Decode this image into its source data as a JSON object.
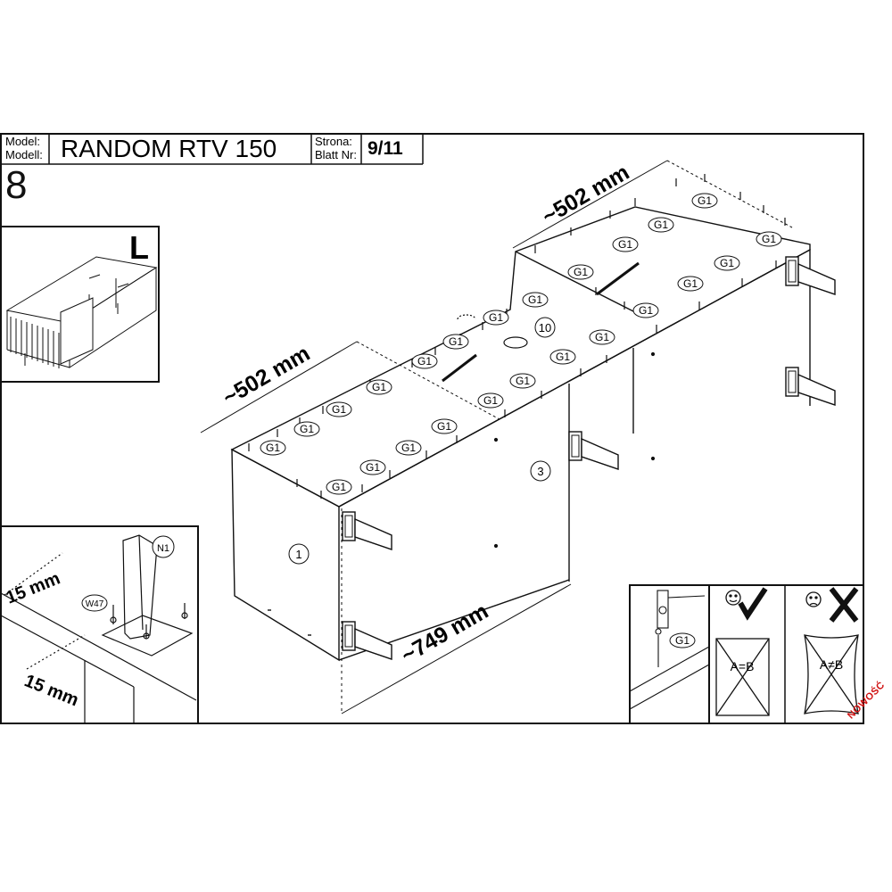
{
  "header": {
    "model_label_1": "Model:",
    "model_label_2": "Modell:",
    "model_name": "RANDOM RTV 150",
    "page_label_1": "Strona:",
    "page_label_2": "Blatt Nr:",
    "page_number": "9/11"
  },
  "step_number": "8",
  "inset_overview": {
    "side_letter": "L"
  },
  "main": {
    "dimensions": {
      "width_right": "~502 mm",
      "width_left": "~502 mm",
      "height": "~749 mm"
    },
    "part_numbers": [
      "1",
      "3",
      "10"
    ],
    "fitting_label": "G1"
  },
  "inset_foot": {
    "offset_top": "15 mm",
    "offset_bottom": "15 mm",
    "leg_label": "N1",
    "screw_label": "W47"
  },
  "inset_pin": {
    "fitting_label": "G1"
  },
  "inset_check": {
    "ok_text": "A=B",
    "bad_text": "A≠B"
  },
  "stamp": "NOWOŚĆ",
  "colors": {
    "line": "#111111",
    "stamp": "#d01010"
  }
}
